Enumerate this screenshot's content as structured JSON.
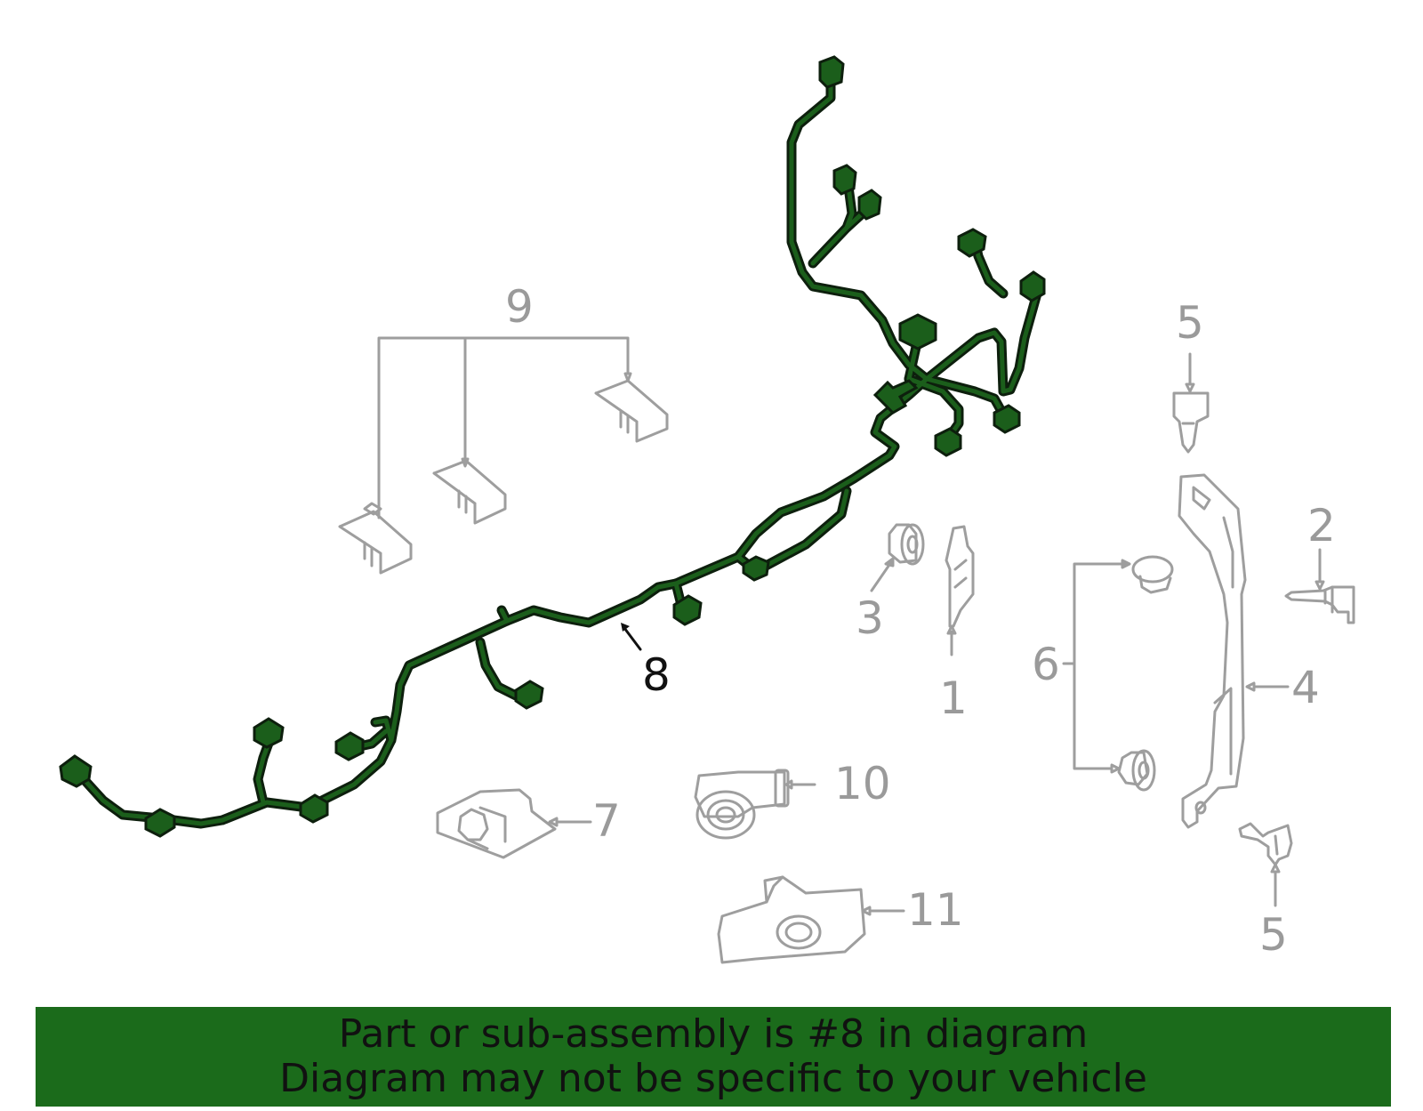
{
  "diagram": {
    "callouts": [
      {
        "id": "c1",
        "label": "1"
      },
      {
        "id": "c2",
        "label": "2"
      },
      {
        "id": "c3",
        "label": "3"
      },
      {
        "id": "c4",
        "label": "4"
      },
      {
        "id": "c5a",
        "label": "5"
      },
      {
        "id": "c5b",
        "label": "5"
      },
      {
        "id": "c6",
        "label": "6"
      },
      {
        "id": "c7",
        "label": "7"
      },
      {
        "id": "c8",
        "label": "8"
      },
      {
        "id": "c9",
        "label": "9"
      },
      {
        "id": "c10",
        "label": "10"
      },
      {
        "id": "c11",
        "label": "11"
      }
    ],
    "highlighted_part": "8",
    "colors": {
      "highlight": "#1b5e1b",
      "parts": "#9e9e9e",
      "banner": "#1b6b1b"
    }
  },
  "banner": {
    "line1": "Part or sub-assembly is #8 in diagram",
    "line2": "Diagram may not be specific to your vehicle"
  }
}
